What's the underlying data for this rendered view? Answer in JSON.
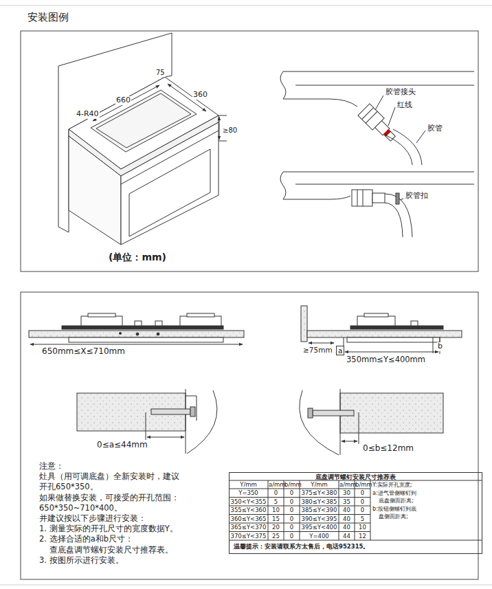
{
  "diagram": {
    "title": "安装图例",
    "nodes": [
      {
        "text": [
          "底盘调节螺钉安装尺寸推荐表",
          "温馨提示：安装请联系方太售后，电话952315。"
        ]
      }
    ],
    "labels": [
      "660",
      "75",
      "360",
      "4-R40",
      "≥80",
      "胶管接头",
      "红线",
      "胶管",
      "胶管扣",
      "(单位：mm)",
      "650mm≤X≤710mm",
      "≥75mm",
      "a",
      "350mm≤Y≤400mm",
      "b",
      "0≤a≤44mm",
      "0≤b≤12mm",
      "注意：",
      "灶具（用可调底盘）全新安装时，建议",
      "开孔650*350。",
      "如果做替换安装，可接受的开孔范围：",
      "650*350~710*400。",
      "并建议按以下步骤进行安装：",
      "1. 测量实际的开孔尺寸的宽度数据Y。",
      "2. 选择合适的a和b尺寸：",
      "查底盘调节螺钉安装尺寸推荐表。",
      "3. 按图所示进行安装。",
      "Y/mm",
      "a/mm",
      "b/mm",
      "Y/mm",
      "a/mm",
      "b/mm",
      "Y=350",
      "0",
      "0",
      "375≤Y<380",
      "30",
      "0",
      "350<Y<355",
      "5",
      "0",
      "380≤Y<385",
      "35",
      "0",
      "355≤Y<360",
      "10",
      "0",
      "385≤Y<390",
      "40",
      "0",
      "360≤Y<365",
      "15",
      "0",
      "390≤Y<395",
      "40",
      "5",
      "365≤Y<370",
      "20",
      "0",
      "395≤Y<400",
      "40",
      "10",
      "370≤Y<375",
      "25",
      "0",
      "Y=400",
      "44",
      "12",
      "Y:实际开孔宽度;",
      "a:进气管侧螺钉到",
      "底盘侧面距离;",
      "b:按钮侧螺钉到底",
      "盘侧面距离;"
    ]
  }
}
